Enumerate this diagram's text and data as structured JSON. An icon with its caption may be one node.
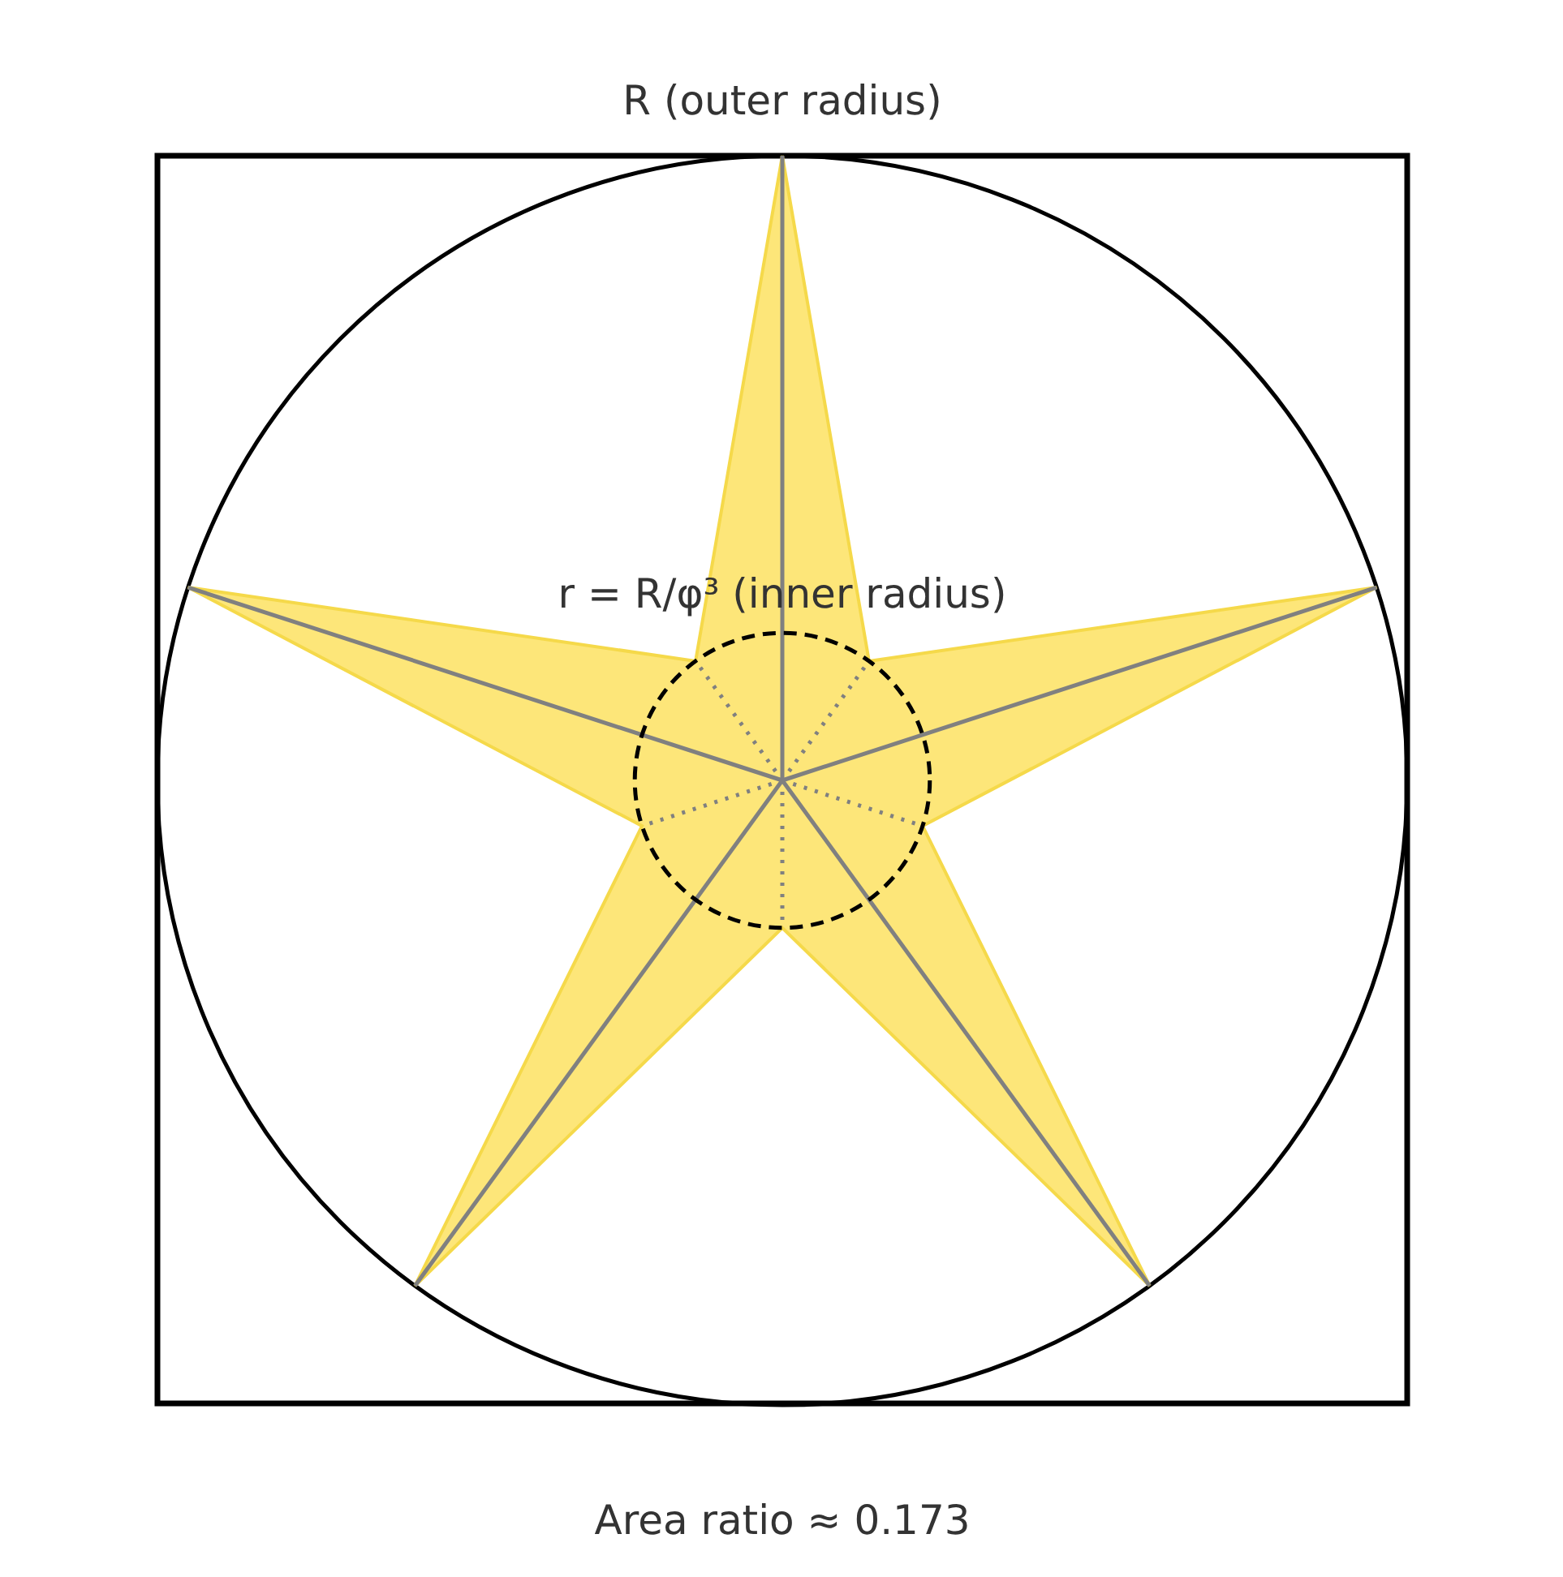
{
  "diagram": {
    "caption": "Area ratio ≈ 0.173",
    "labels": [
      "R (outer radius)",
      "r = R/φ³ (inner radius)"
    ]
  }
}
